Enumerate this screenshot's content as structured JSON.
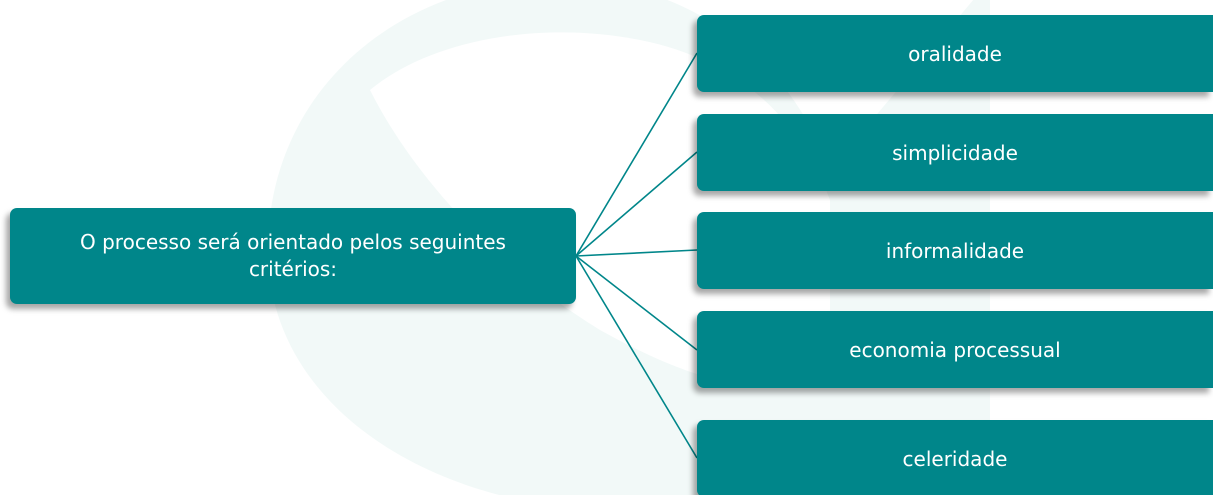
{
  "colors": {
    "node_fill": "#00868a",
    "node_text": "#ffffff",
    "connector": "#00868a",
    "watermark": "#f1f8f7"
  },
  "diagram": {
    "root": {
      "label": "O processo será orientado pelos seguintes critérios:"
    },
    "leaves": [
      {
        "label": "oralidade"
      },
      {
        "label": "simplicidade"
      },
      {
        "label": "informalidade"
      },
      {
        "label": "economia processual"
      },
      {
        "label": "celeridade"
      }
    ]
  }
}
